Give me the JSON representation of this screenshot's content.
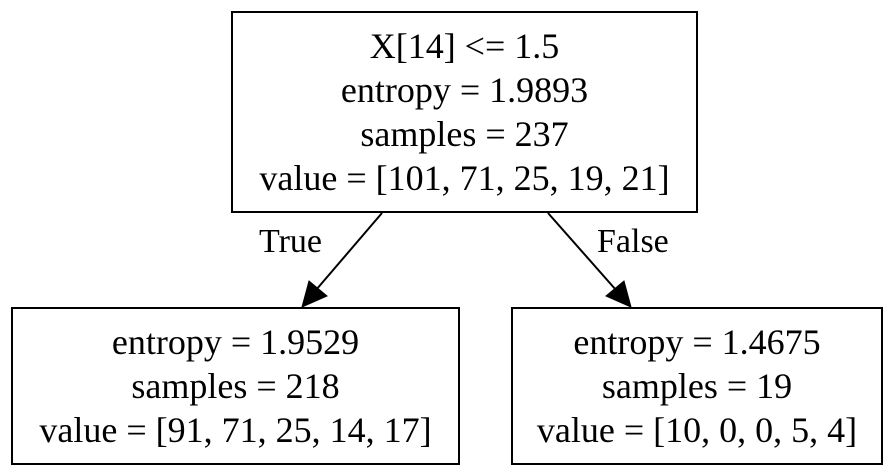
{
  "tree": {
    "root": {
      "lines": [
        "X[14] <= 1.5",
        "entropy = 1.9893",
        "samples = 237",
        "value = [101, 71, 25, 19, 21]"
      ]
    },
    "left": {
      "lines": [
        "entropy = 1.9529",
        "samples = 218",
        "value = [91, 71, 25, 14, 17]"
      ]
    },
    "right": {
      "lines": [
        "entropy = 1.4675",
        "samples = 19",
        "value = [10, 0, 0, 5, 4]"
      ]
    },
    "edges": {
      "true_label": "True",
      "false_label": "False"
    }
  },
  "colors": {
    "stroke": "#000000",
    "background": "#ffffff"
  }
}
